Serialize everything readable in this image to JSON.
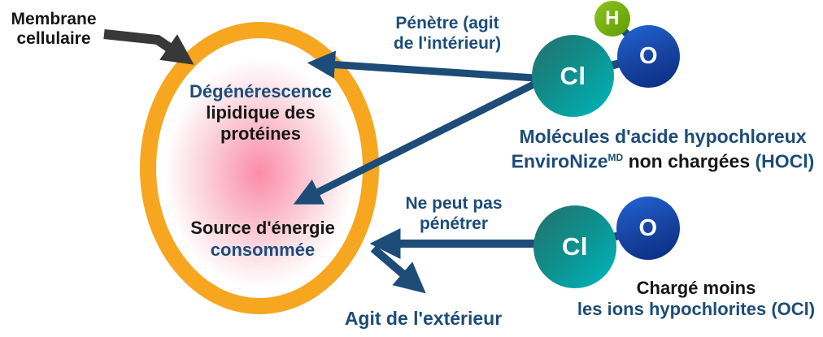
{
  "colors": {
    "accent_blue": "#1D4C78",
    "membrane_orange": "#F7A61F",
    "cell_pink": "#FB8CA7",
    "chlorine_teal_light": "#00B7BF",
    "chlorine_teal_dark": "#256F6C",
    "oxygen_blue_light": "#2265D2",
    "oxygen_blue_dark": "#0A2C80",
    "hydrogen_green_light": "#8CC41E",
    "hydrogen_green_dark": "#5F9D04",
    "pointer_arrow_black": "#383838"
  },
  "labels": {
    "membrane": {
      "line1": "Membrane",
      "line2": "cellulaire"
    },
    "penetrates": {
      "line1": "Pénètre (agit",
      "line2": "de l'intérieur)"
    },
    "cannot_penetrate": {
      "line1": "Ne peut pas",
      "line2": "pénétrer"
    },
    "acts_outside": "Agit de l'extérieur",
    "cell": {
      "degeneration_line1": "Dégénérescence",
      "degeneration_line2": "lipidique des",
      "degeneration_line3": "protéines",
      "energy_line1": "Source d'énergie",
      "energy_line2": "consommée"
    },
    "hocl_caption": {
      "line1": "Molécules d'acide hypochloreux",
      "brand": "EnviroNize",
      "trademark": "MD",
      "middle": " non chargées ",
      "formula": "(HOCl)"
    },
    "ocl_caption": {
      "line1": "Chargé moins",
      "line2": "les ions hypochlorites (OCl)"
    }
  },
  "molecules": {
    "hocl": {
      "chlorine": "Cl",
      "oxygen": "O",
      "hydrogen": "H"
    },
    "ocl": {
      "chlorine": "Cl",
      "oxygen": "O"
    }
  }
}
